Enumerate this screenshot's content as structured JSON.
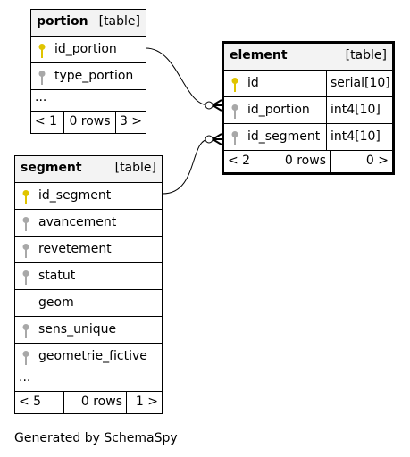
{
  "tables": {
    "portion": {
      "name": "portion",
      "kind": "[table]",
      "columns": [
        {
          "name": "id_portion",
          "key": "primary"
        },
        {
          "name": "type_portion",
          "key": "index"
        }
      ],
      "ellipsis": "...",
      "footer": {
        "parents": "< 1",
        "rows": "0 rows",
        "children": "3 >"
      }
    },
    "element": {
      "name": "element",
      "kind": "[table]",
      "columns": [
        {
          "name": "id",
          "type": "serial[10]",
          "key": "primary"
        },
        {
          "name": "id_portion",
          "type": "int4[10]",
          "key": "index"
        },
        {
          "name": "id_segment",
          "type": "int4[10]",
          "key": "index"
        }
      ],
      "footer": {
        "parents": "< 2",
        "rows": "0 rows",
        "children": "0 >"
      }
    },
    "segment": {
      "name": "segment",
      "kind": "[table]",
      "columns": [
        {
          "name": "id_segment",
          "key": "primary"
        },
        {
          "name": "avancement",
          "key": "index"
        },
        {
          "name": "revetement",
          "key": "index"
        },
        {
          "name": "statut",
          "key": "index"
        },
        {
          "name": "geom",
          "key": "none"
        },
        {
          "name": "sens_unique",
          "key": "index"
        },
        {
          "name": "geometrie_fictive",
          "key": "index"
        }
      ],
      "ellipsis": "...",
      "footer": {
        "parents": "< 5",
        "rows": "0 rows",
        "children": "1 >"
      }
    }
  },
  "colors": {
    "primary_key": "#e0c400",
    "index_key": "#a8a8a8",
    "header_bg": "#f3f3f3"
  },
  "footer_text": "Generated by SchemaSpy"
}
